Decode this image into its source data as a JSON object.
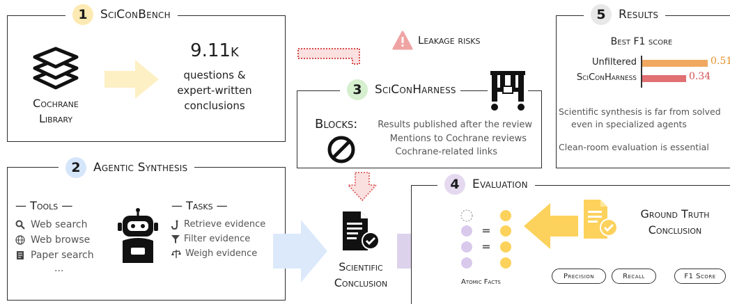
{
  "panel1": {
    "num": "1",
    "title": "SciConBench",
    "source_line1": "Cochrane",
    "source_line2": "Library",
    "count": "9.11k",
    "desc_line1": "questions &",
    "desc_line2": "expert-written",
    "desc_line3": "conclusions"
  },
  "leakage": {
    "label": "Leakage risks"
  },
  "panel2": {
    "num": "2",
    "title": "Agentic Synthesis",
    "tools_title": "— Tools —",
    "tools": [
      "Web search",
      "Web browse",
      "Paper search",
      "..."
    ],
    "tasks_title": "— Tasks —",
    "tasks": [
      "Retrieve evidence",
      "Filter evidence",
      "Weigh evidence"
    ]
  },
  "panel3": {
    "num": "3",
    "title": "SciConHarness",
    "blocks_label": "Blocks:",
    "blocks": [
      "Results published after the review",
      "Mentions to Cochrane reviews",
      "Cochrane-related links"
    ]
  },
  "output": {
    "line1": "Scientific",
    "line2": "Conclusion"
  },
  "panel4": {
    "num": "4",
    "title": "Evaluation",
    "facts_label": "Atomic Facts",
    "gt_line1": "Ground Truth",
    "gt_line2": "Conclusion",
    "metrics": [
      "Precision",
      "Recall",
      "F1 Score"
    ]
  },
  "panel5": {
    "num": "5",
    "title": "Results",
    "subtitle": "Best F1 score",
    "bars": [
      {
        "label": "Unfiltered",
        "value": 0.51,
        "value_text": "0.51",
        "color": "#f0a860"
      },
      {
        "label": "SciConHarness",
        "value": 0.34,
        "value_text": "0.34",
        "color": "#e07072"
      }
    ],
    "finding1_line1": "Scientific synthesis is far from solved",
    "finding1_line2": "even in specialized agents",
    "finding2": "Clean-room evaluation is essential"
  },
  "colors": {
    "badge1": "#fdeab3",
    "badge2": "#d5e6fb",
    "badge3": "#d6efcf",
    "badge4": "#e5d9f0",
    "badge5": "#e8e8e8",
    "yellow_arrow": "#fdf0c4",
    "blue_arrow": "#dbe9fb",
    "purple_arrow": "#ddd2ec",
    "leak_red": "#e86c6c",
    "fact_purple": "#d9c9ec",
    "fact_yellow": "#fcd25c"
  }
}
